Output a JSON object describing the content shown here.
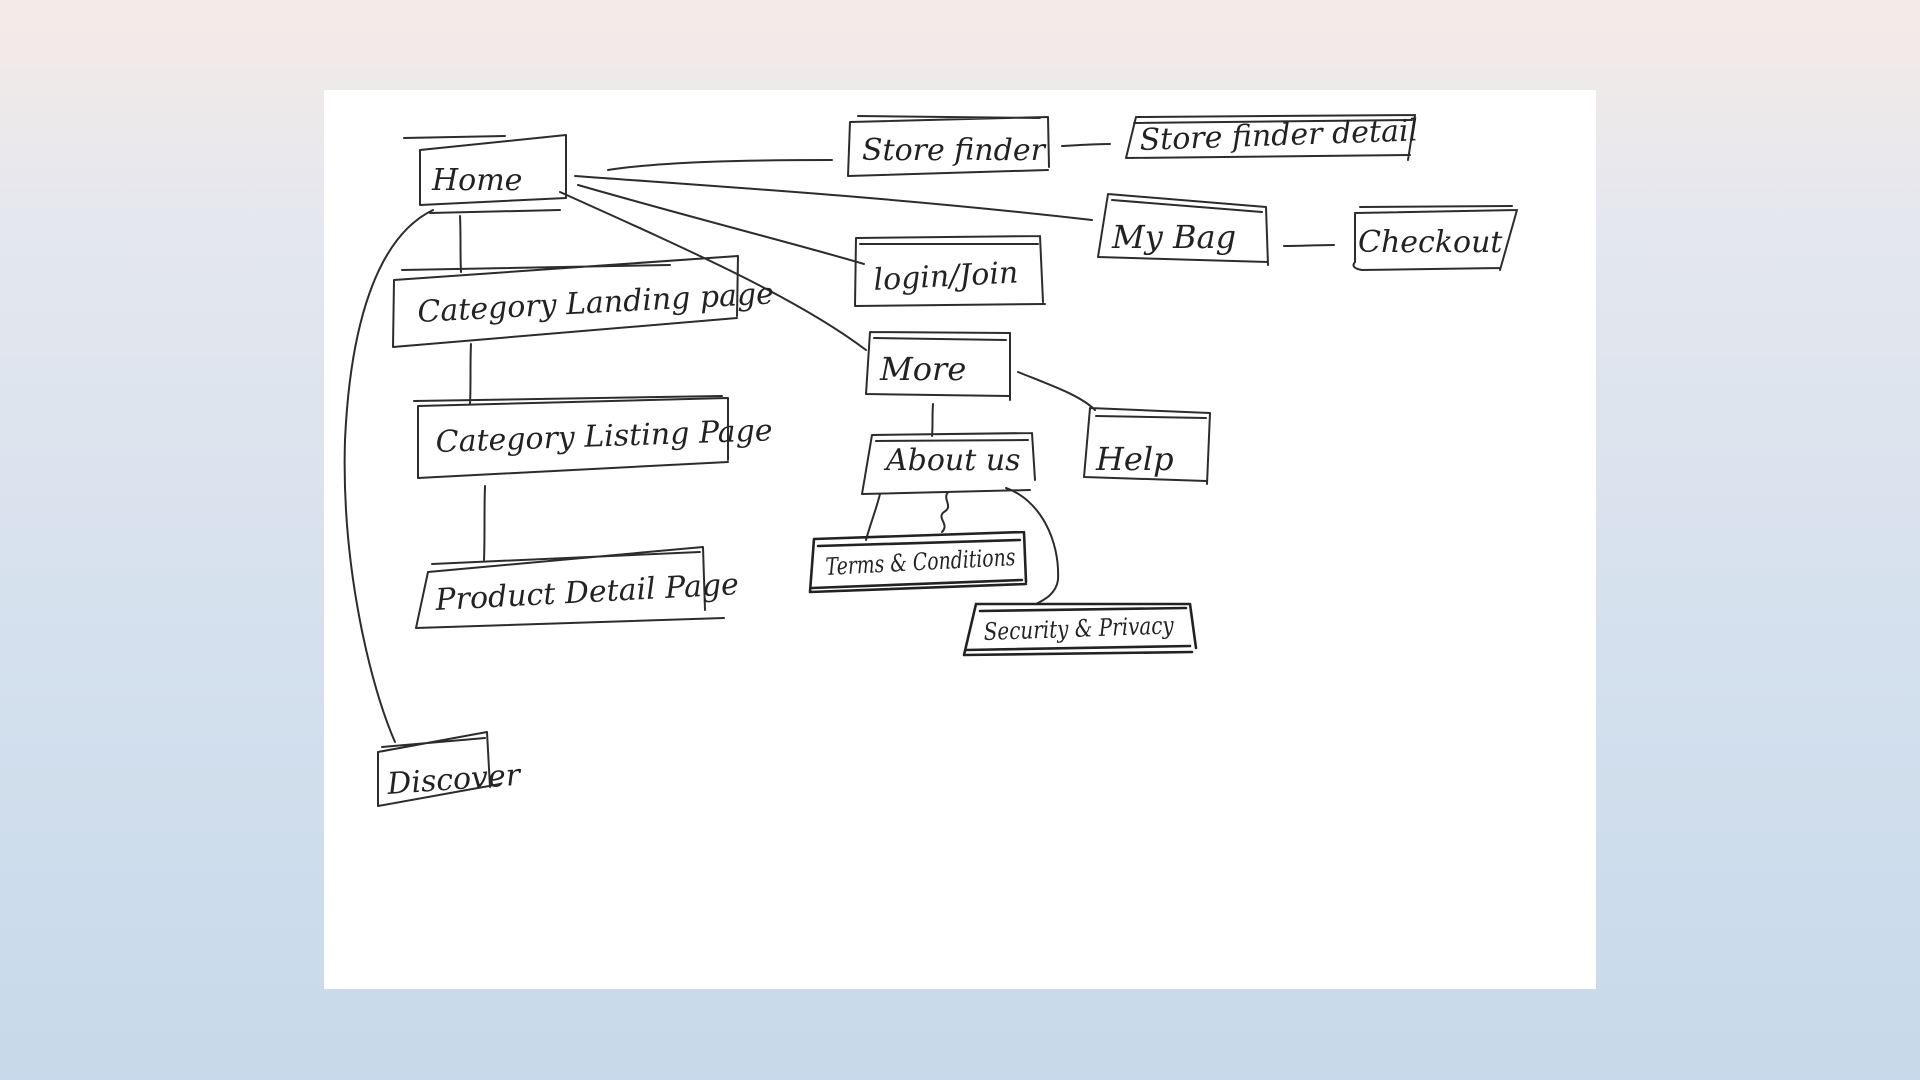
{
  "diagram": {
    "nodes": [
      {
        "id": "home",
        "label": "Home"
      },
      {
        "id": "category-landing",
        "label": "Category Landing page"
      },
      {
        "id": "category-listing",
        "label": "Category Listing Page"
      },
      {
        "id": "product-detail",
        "label": "Product Detail Page"
      },
      {
        "id": "discover",
        "label": "Discover"
      },
      {
        "id": "store-finder",
        "label": "Store finder"
      },
      {
        "id": "store-finder-detail",
        "label": "Store finder detail"
      },
      {
        "id": "my-bag",
        "label": "My Bag"
      },
      {
        "id": "checkout",
        "label": "Checkout"
      },
      {
        "id": "login-join",
        "label": "login/Join"
      },
      {
        "id": "more",
        "label": "More"
      },
      {
        "id": "help",
        "label": "Help"
      },
      {
        "id": "about-us",
        "label": "About us"
      },
      {
        "id": "terms",
        "label": "Terms & Conditions"
      },
      {
        "id": "security",
        "label": "Security & Privacy"
      }
    ],
    "edges": [
      {
        "from": "home",
        "to": "category-landing"
      },
      {
        "from": "category-landing",
        "to": "category-listing"
      },
      {
        "from": "category-listing",
        "to": "product-detail"
      },
      {
        "from": "home",
        "to": "discover"
      },
      {
        "from": "home",
        "to": "store-finder"
      },
      {
        "from": "store-finder",
        "to": "store-finder-detail"
      },
      {
        "from": "home",
        "to": "my-bag"
      },
      {
        "from": "my-bag",
        "to": "checkout"
      },
      {
        "from": "home",
        "to": "login-join"
      },
      {
        "from": "home",
        "to": "more"
      },
      {
        "from": "more",
        "to": "help"
      },
      {
        "from": "more",
        "to": "about-us"
      },
      {
        "from": "about-us",
        "to": "terms"
      },
      {
        "from": "about-us",
        "to": "security"
      }
    ]
  }
}
